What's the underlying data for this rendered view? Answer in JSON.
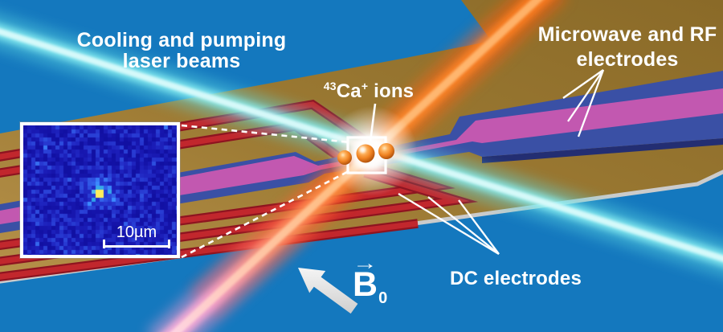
{
  "scene": {
    "labels": {
      "cooling_line1": "Cooling and pumping",
      "cooling_line2": "laser beams",
      "microwave_line1": "Microwave and RF",
      "microwave_line2": "electrodes",
      "ions_isotope": "43",
      "ions_element": "Ca",
      "ions_charge": "+",
      "ions_word": " ions",
      "dc_label": "DC electrodes",
      "b_symbol": "B",
      "b_subscript": "0",
      "b_vector_glyph": "→"
    },
    "inset": {
      "scale_label": "10µm"
    },
    "colors": {
      "background_blue": "#1478BE",
      "chip_gold_dark": "#8A6A28",
      "chip_gold_light": "#B6914A",
      "chip_edge_gray": "#CBCBCB",
      "dc_electrode_red": "#C1272D",
      "rf_electrode_blue": "#3A50A5",
      "microwave_electrode_magenta": "#C258B0",
      "laser_cyan": "#7FEEF2",
      "laser_orange": "#FF6E1E",
      "laser_pink": "#FF9DD6",
      "ion_orange": "#F59426",
      "ccd_blue": "#0B16CF",
      "ccd_spot_yellow": "#FFE84F",
      "label_white": "#FFFFFF"
    }
  }
}
